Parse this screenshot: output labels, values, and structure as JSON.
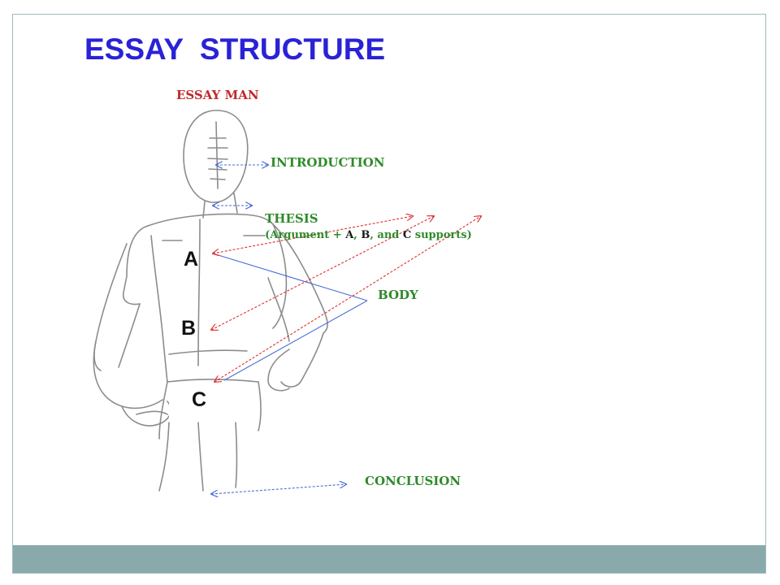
{
  "title": "ESSAY  STRUCTURE",
  "figure_label": "ESSAY MAN",
  "labels": {
    "introduction": "INTRODUCTION",
    "thesis": "THESIS",
    "thesis_detail": {
      "open": "(Argument + ",
      "a": "A",
      "sep1": ", ",
      "b": "B",
      "sep2": ", and ",
      "c": "C",
      "close": " supports)"
    },
    "body": "BODY",
    "conclusion": "CONCLUSION"
  },
  "parts": {
    "a": "A",
    "b": "B",
    "c": "C"
  },
  "colors": {
    "title": "#2a22d6",
    "red_label": "#c0282a",
    "green_label": "#2f8a2a",
    "blue_arrow": "#4a6fd6",
    "red_arrow": "#e03030",
    "sketch": "#8c8c8c",
    "frame": "#9fbcbf",
    "footer": "#8aa9aa"
  }
}
